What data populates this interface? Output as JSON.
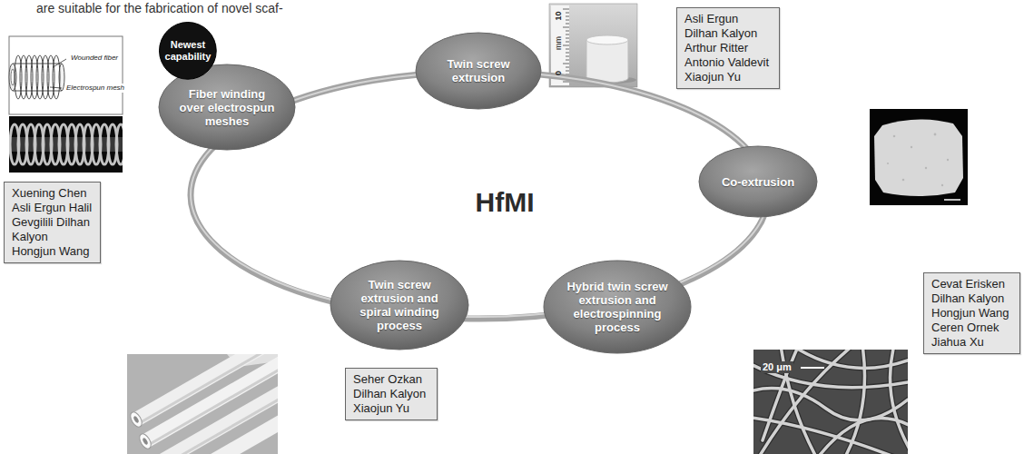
{
  "diagram": {
    "nodes": [
      {
        "text": [
          "Newest capability"
        ]
      },
      {
        "text": [
          "Fiber winding over electrospun meshes"
        ]
      },
      {
        "text": [
          "Twin screw extrusion"
        ]
      },
      {
        "text": [
          "Asli Ergun Dilhan Kalyon Arthur Ritter Antonio Valdevit Xiaojun Yu"
        ]
      },
      {
        "text": [
          "HfMI"
        ]
      },
      {
        "text": [
          "Co-extrusion"
        ]
      },
      {
        "text": [
          "Xuening Chen Asli Ergun Halil Gevgilili Dilhan Kalyon Hongjun Wang"
        ]
      },
      {
        "text": [
          "Twin screw extrusion and spiral winding process"
        ]
      },
      {
        "text": [
          "Hybrid twin screw extrusion and electrospinning process"
        ]
      },
      {
        "text": [
          "Seher Ozkan Dilhan Kalyon Xiaojun Yu"
        ]
      },
      {
        "text": [
          "Cevat Erisken Dilhan Kalyon Hongjun Wang Ceren Ornek Jiahua Xu"
        ]
      }
    ],
    "labels": [
      "are suitable for the fabrication of novel scaf-",
      "10",
      "mm",
      "0",
      "Wounded fiber",
      "Electrospun mesh",
      "20 μm"
    ]
  }
}
